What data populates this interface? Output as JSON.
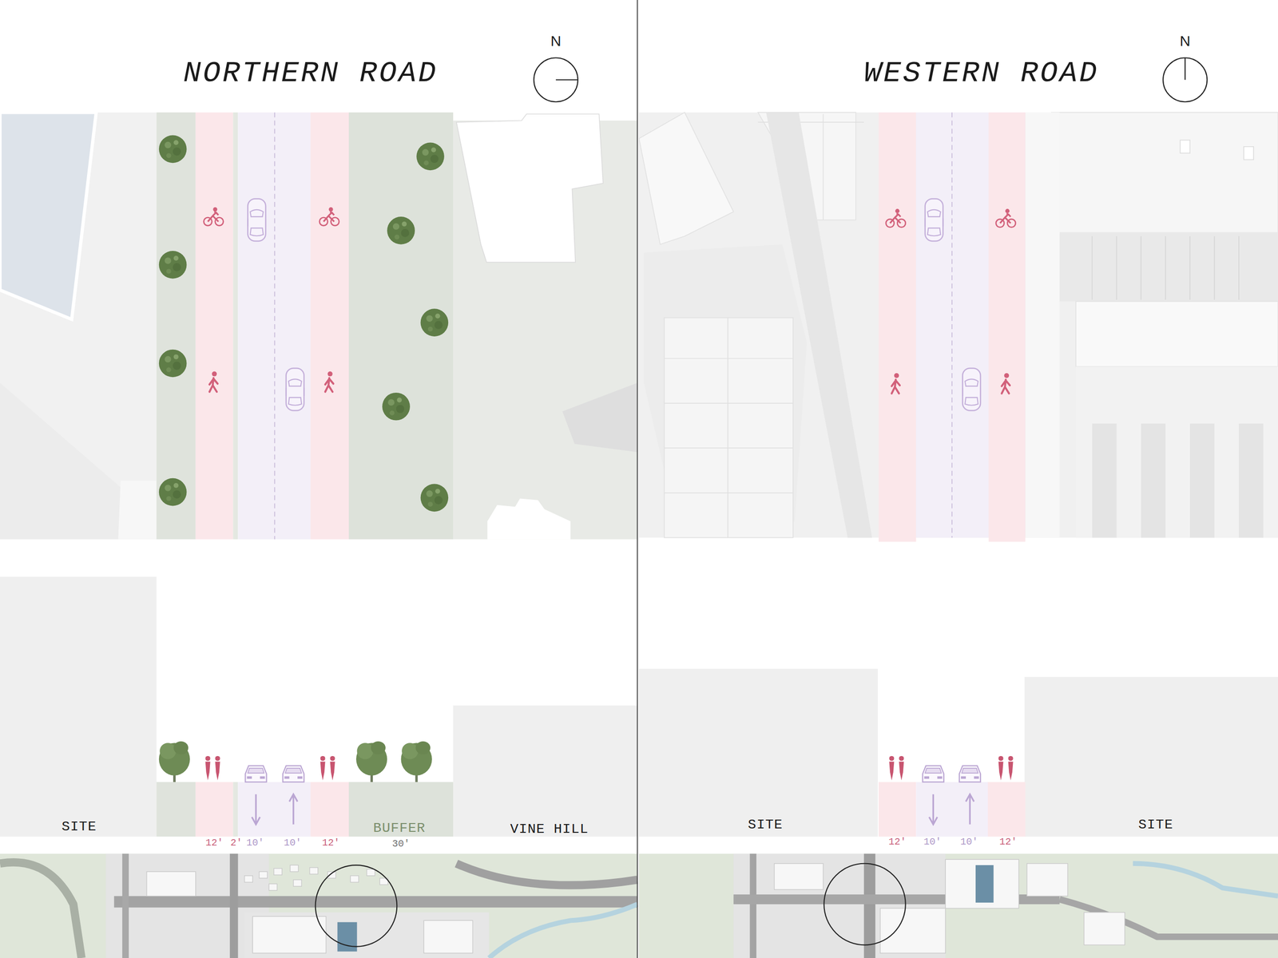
{
  "diagram": {
    "labels": [
      "NORTHERN ROAD",
      "N",
      "WESTERN ROAD",
      "N",
      "SITE",
      "VINE HILL",
      "12'",
      "2'",
      "10'",
      "10'",
      "12'",
      "BUFFER",
      "30'",
      "SITE",
      "SITE",
      "12'",
      "10'",
      "10'",
      "12'"
    ]
  }
}
